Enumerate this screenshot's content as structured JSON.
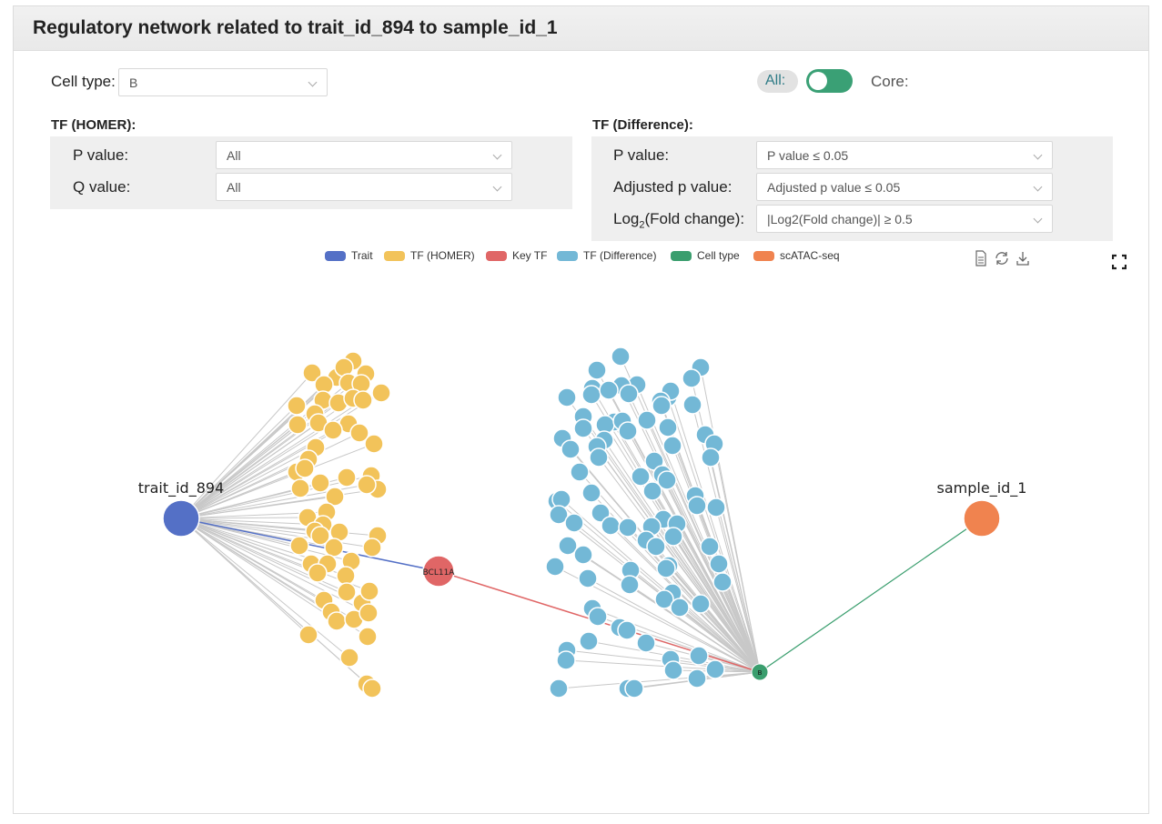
{
  "title": "Regulatory network related to trait_id_894 to sample_id_1",
  "cell_type": {
    "label": "Cell type:",
    "value": "B"
  },
  "toggle": {
    "all_label": "All:",
    "core_label": "Core:"
  },
  "tf_homer": {
    "title": "TF (HOMER):",
    "p_label": "P value:",
    "p_value": "All",
    "q_label": "Q value:",
    "q_value": "All"
  },
  "tf_diff": {
    "title": "TF (Difference):",
    "p_label": "P value:",
    "p_value": "P value ≤ 0.05",
    "adj_label": "Adjusted p value:",
    "adj_value": "Adjusted p value ≤ 0.05",
    "fc_label_pre": "Log",
    "fc_label_sub": "2",
    "fc_label_post": "(Fold change):",
    "fc_value": "|Log2(Fold change)| ≥ 0.5"
  },
  "legend": [
    {
      "label": "Trait",
      "color": "#5470c6"
    },
    {
      "label": "TF (HOMER)",
      "color": "#f2c35a"
    },
    {
      "label": "Key TF",
      "color": "#e06666"
    },
    {
      "label": "TF (Difference)",
      "color": "#73b8d6"
    },
    {
      "label": "Cell type",
      "color": "#3a9e6e"
    },
    {
      "label": "scATAC-seq",
      "color": "#f0834f"
    }
  ],
  "toolbox": [
    "data-view-icon",
    "restore-icon",
    "download-icon",
    "fullscreen-icon"
  ],
  "network": {
    "trait_node": "trait_id_894",
    "sample_node": "sample_id_1",
    "key_tf_node": "BCL11A",
    "cell_type_node": "B"
  }
}
